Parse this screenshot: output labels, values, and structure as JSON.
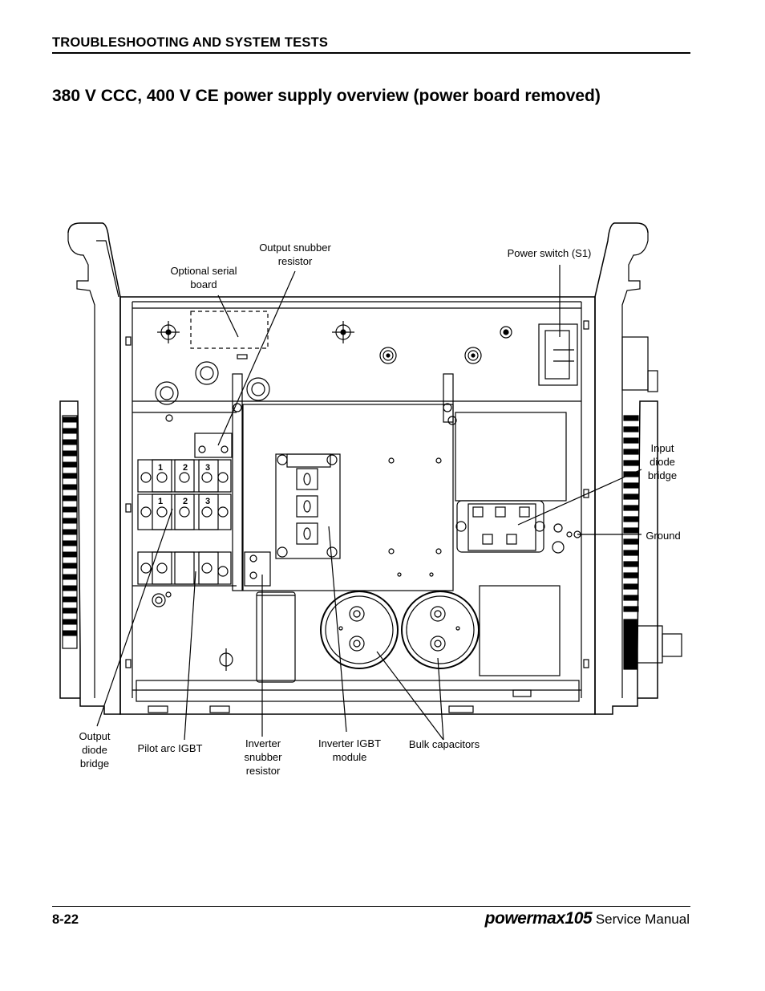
{
  "header": {
    "section": "TROUBLESHOOTING AND SYSTEM TESTS"
  },
  "title": "380 V CCC, 400 V CE power supply overview (power board removed)",
  "labels": {
    "output_snubber": "Output snubber\nresistor",
    "optional_serial": "Optional serial\nboard",
    "power_switch": "Power switch (S1)",
    "input_diode": "Input\ndiode\nbridge",
    "ground": "Ground",
    "output_diode": "Output\ndiode\nbridge",
    "pilot_arc": "Pilot arc IGBT",
    "inverter_snubber": "Inverter\nsnubber\nresistor",
    "inverter_igbt": "Inverter IGBT\nmodule",
    "bulk_caps": "Bulk capacitors"
  },
  "module_numbers": [
    "1",
    "2",
    "3"
  ],
  "footer": {
    "page": "8-22",
    "brand": "powermax",
    "model": "105",
    "suffix": "Service Manual"
  }
}
